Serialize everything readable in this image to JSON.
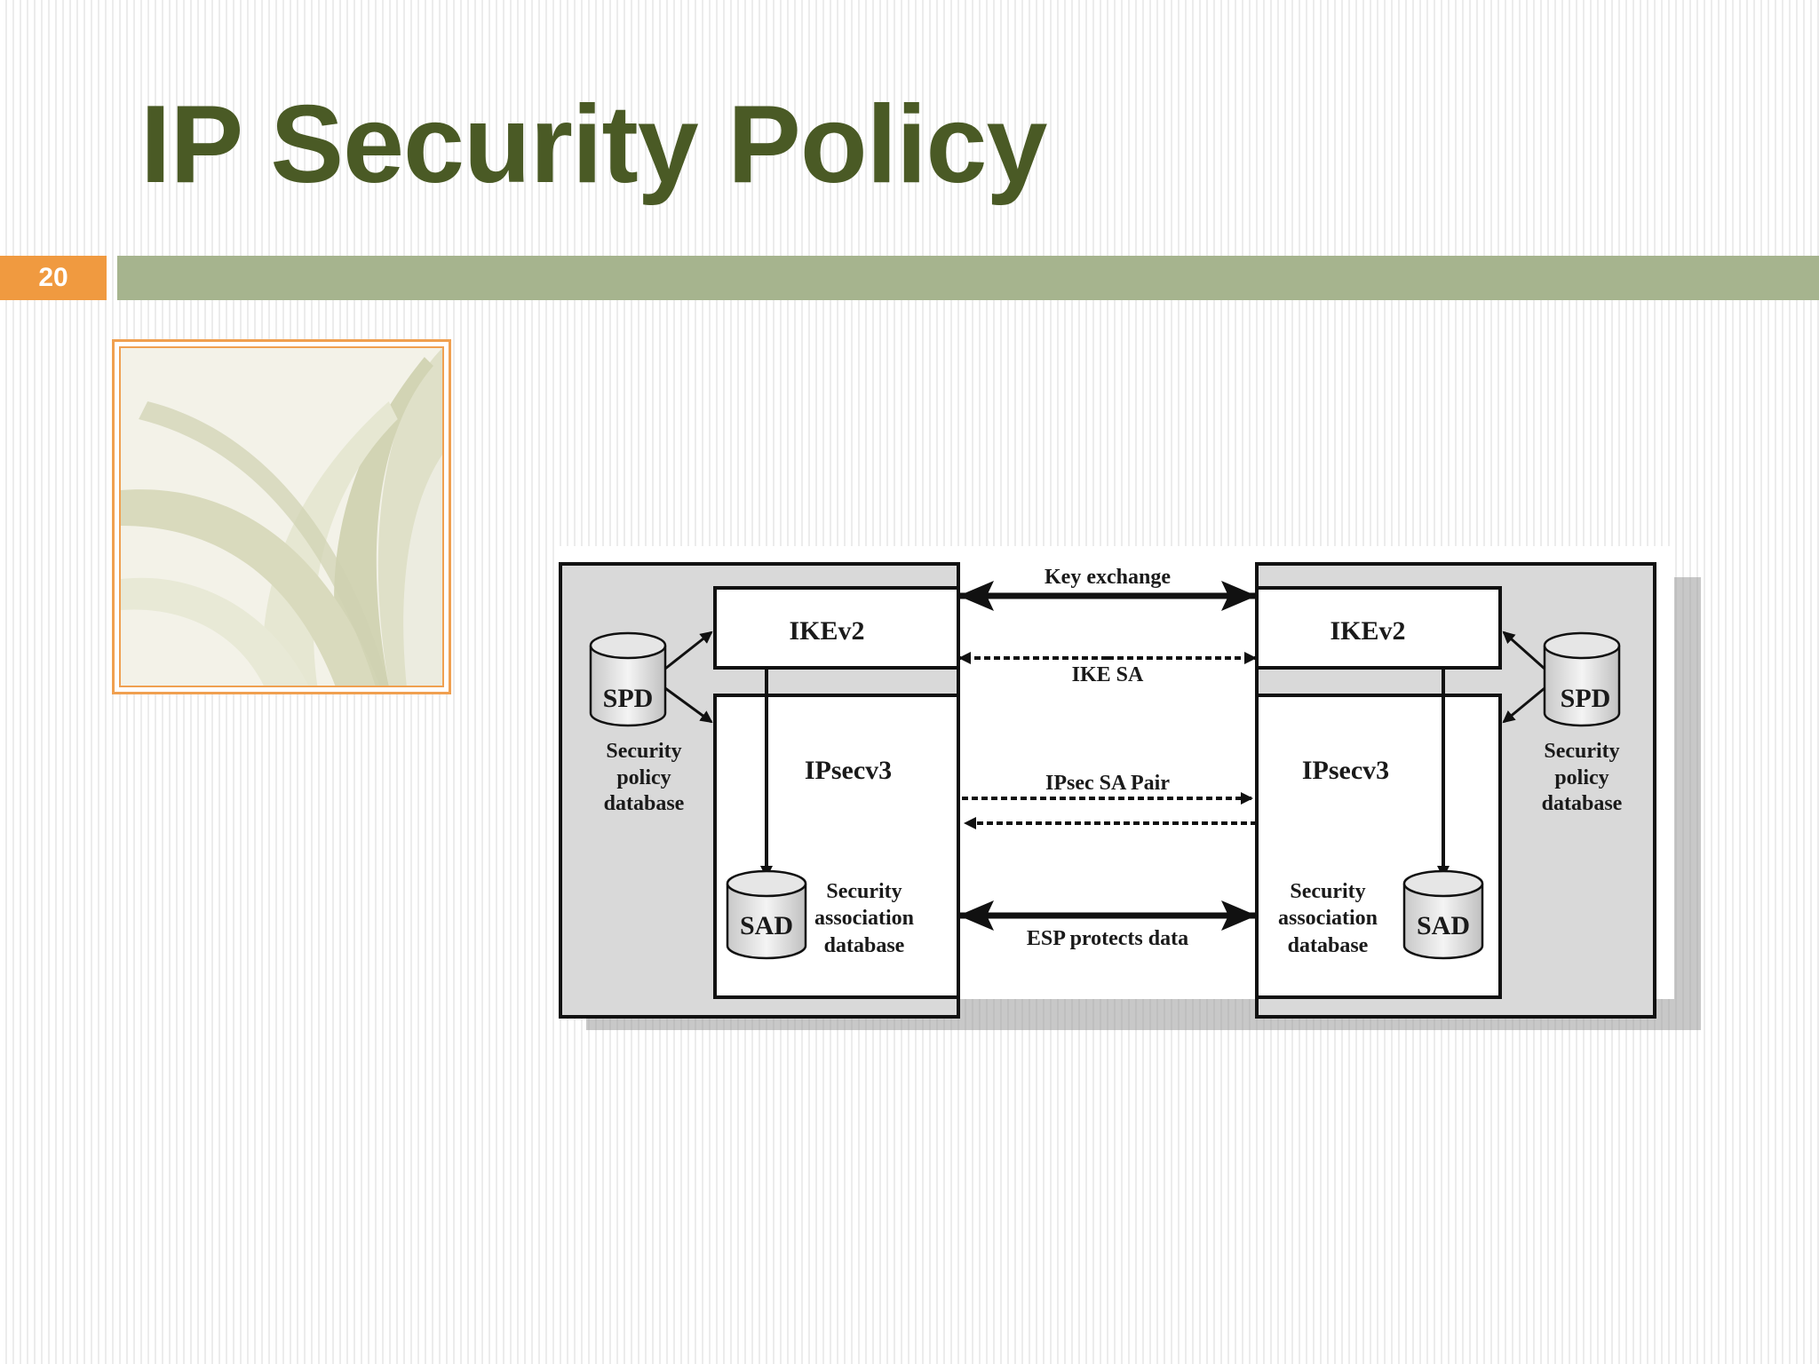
{
  "slide": {
    "title": "IP Security Policy",
    "number": "20"
  },
  "colors": {
    "title": "#4a5a25",
    "bar": "#a6b48e",
    "number_badge": "#f09a40",
    "frame": "#f0a050"
  },
  "diagram": {
    "left": {
      "ike": "IKEv2",
      "ipsec": "IPsecv3",
      "spd": "SPD",
      "spd_caption": [
        "Security",
        "policy",
        "database"
      ],
      "sad": "SAD",
      "sad_caption": [
        "Security",
        "association",
        "database"
      ]
    },
    "right": {
      "ike": "IKEv2",
      "ipsec": "IPsecv3",
      "spd": "SPD",
      "spd_caption": [
        "Security",
        "policy",
        "database"
      ],
      "sad": "SAD",
      "sad_caption": [
        "Security",
        "association",
        "database"
      ]
    },
    "links": {
      "key_exchange": "Key exchange",
      "ike_sa": "IKE SA",
      "ipsec_sa_pair": "IPsec SA Pair",
      "esp": "ESP protects data"
    }
  }
}
